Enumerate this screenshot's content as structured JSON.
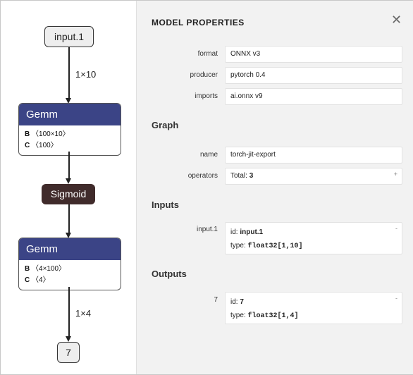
{
  "graph": {
    "input_node": "input.1",
    "edge1_label": "1×10",
    "gemm1": {
      "title": "Gemm",
      "attrs": [
        {
          "name": "B",
          "shape": "〈100×10〉"
        },
        {
          "name": "C",
          "shape": "〈100〉"
        }
      ]
    },
    "sigmoid": "Sigmoid",
    "gemm2": {
      "title": "Gemm",
      "attrs": [
        {
          "name": "B",
          "shape": "〈4×100〉"
        },
        {
          "name": "C",
          "shape": "〈4〉"
        }
      ]
    },
    "edge2_label": "1×4",
    "output_node": "7"
  },
  "panel": {
    "title": "MODEL PROPERTIES",
    "close_glyph": "✕",
    "model": [
      {
        "label": "format",
        "value": "ONNX v3"
      },
      {
        "label": "producer",
        "value": "pytorch 0.4"
      },
      {
        "label": "imports",
        "value": "ai.onnx v9"
      }
    ],
    "graph_section": "Graph",
    "graph_name_label": "name",
    "graph_name": "torch-jit-export",
    "operators_label": "operators",
    "operators_prefix": "Total:",
    "operators_count": "3",
    "operators_expander": "+",
    "inputs_section": "Inputs",
    "input": {
      "label": "input.1",
      "id_prefix": "id:",
      "id": "input.1",
      "type_prefix": "type:",
      "type": "float32[1,10]",
      "expander": "-"
    },
    "outputs_section": "Outputs",
    "output": {
      "label": "7",
      "id_prefix": "id:",
      "id": "7",
      "type_prefix": "type:",
      "type": "float32[1,4]",
      "expander": "-"
    }
  }
}
